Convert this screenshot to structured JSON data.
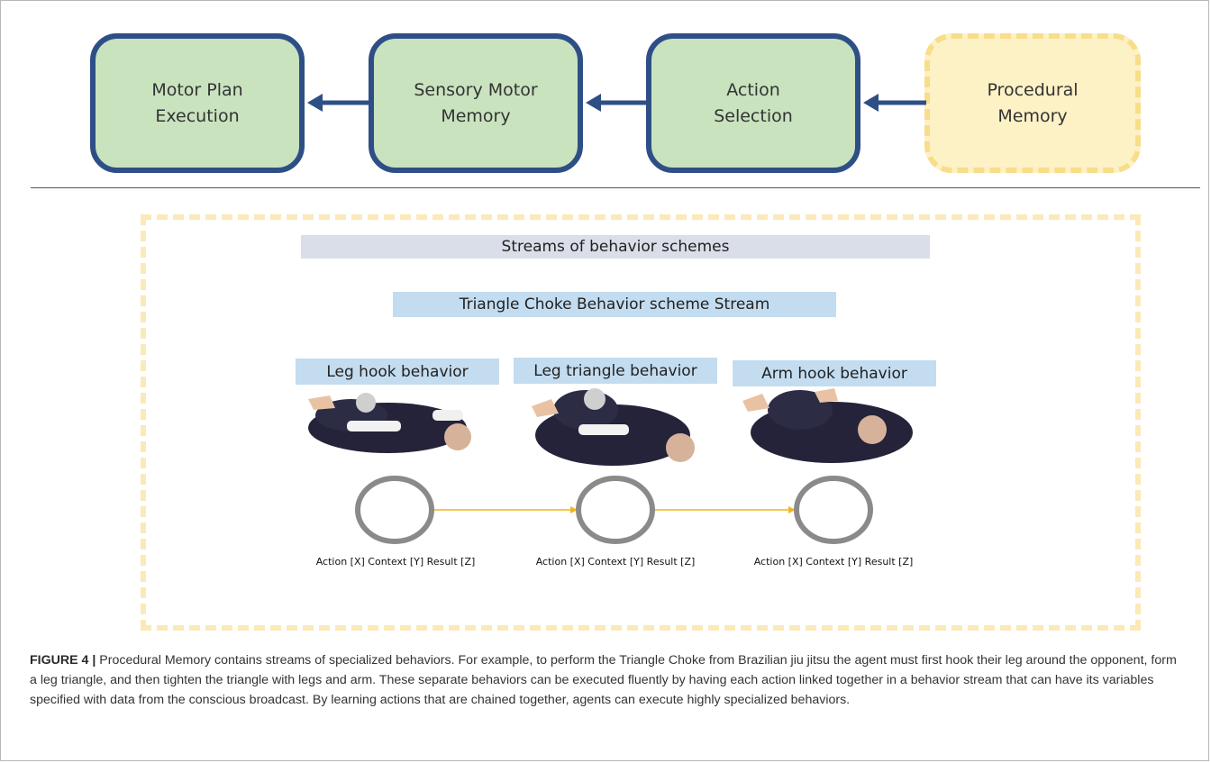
{
  "flow_boxes": [
    {
      "id": "motor_plan",
      "label": "Motor Plan\nExecution"
    },
    {
      "id": "sensory_motor",
      "label": "Sensory Motor\nMemory"
    },
    {
      "id": "action_selection",
      "label": "Action\nSelection"
    },
    {
      "id": "procedural_memory",
      "label": "Procedural\nMemory"
    }
  ],
  "streams_title": "Streams of behavior schemes",
  "stream_title": "Triangle Choke Behavior scheme Stream",
  "behaviors": [
    {
      "title": "Leg hook behavior",
      "caption": "Action [X] Context [Y] Result [Z]"
    },
    {
      "title": "Leg triangle behavior",
      "caption": "Action [X] Context [Y] Result [Z]"
    },
    {
      "title": "Arm hook behavior",
      "caption": "Action [X] Context [Y] Result [Z]"
    }
  ],
  "figure_caption": {
    "label": "FIGURE 4 |",
    "text": "Procedural Memory contains streams of specialized behaviors. For example, to perform the Triangle Choke from Brazilian jiu jitsu the agent must first hook their leg around the opponent, form a leg triangle, and then tighten the triangle with legs and arm. These separate behaviors can be executed fluently by having each action linked together in a behavior stream that can have its variables specified with data from the conscious broadcast. By learning actions that are chained together, agents can execute highly specialized behaviors."
  },
  "colors": {
    "box_fill": "#c9e3bf",
    "box_border": "#2e4f86",
    "procedural_fill": "#fdf1c6",
    "procedural_border": "#f8dd8a",
    "arrow": "#2e4f86",
    "streams_bar": "#d9dee8",
    "stream_bar": "#c3dcf0",
    "ring": "#8a8a8a",
    "connector": "#f1b61f",
    "gi": "#24233a",
    "skin": "#e9c2a4"
  }
}
